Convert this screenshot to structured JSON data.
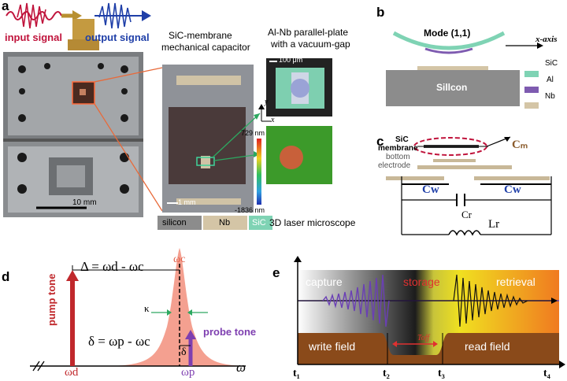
{
  "panel_a": {
    "label": "a",
    "input_signal": "input signal",
    "output_signal": "output signal",
    "capacitor_title_1": "SiC-membrane",
    "capacitor_title_2": "mechanical capacitor",
    "plate_title_1": "Al-Nb parallel-plate",
    "plate_title_2": "with a vacuum-gap",
    "scale_100um": "100 μm",
    "scale_10mm": "10 mm",
    "scale_1mm": "1 mm",
    "axis_y": "y",
    "axis_x": "x",
    "colorbar_max": "729 nm",
    "colorbar_min": "-1836 nm",
    "microscope_label": "3D laser microscope",
    "legend": [
      "silicon",
      "Nb",
      "SiC"
    ]
  },
  "panel_b": {
    "label": "b",
    "mode": "Mode (1,1)",
    "x_axis": "x-axis",
    "substrate": "Sillcon",
    "legend": [
      "SiC",
      "Al",
      "Nb"
    ]
  },
  "panel_c": {
    "label": "c",
    "membrane_1": "SiC",
    "membrane_2": "membrane",
    "bottom_1": "bottom",
    "bottom_2": "electrode",
    "cm": "Cₘ",
    "cw_left": "Cw",
    "cw_right": "Cw",
    "cr": "Cr",
    "lr": "Lr"
  },
  "panel_d": {
    "label": "d",
    "big_delta": "Δ = ωd - ωc",
    "omega_c": "ωc",
    "kappa": "κ",
    "pump": "pump tone",
    "probe": "probe tone",
    "small_delta_eq": "δ = ωp - ωc",
    "small_delta": "δ",
    "omega_d": "ωd",
    "omega_p": "ωp",
    "omega": "ω"
  },
  "panel_e": {
    "label": "e",
    "capture": "capture",
    "storage": "storage",
    "retrieval": "retrieval",
    "write_field": "write field",
    "read_field": "read field",
    "t_off": "Toff",
    "times": [
      "t₁",
      "t₂",
      "t₃",
      "t₄"
    ]
  },
  "colors": {
    "input": "#c0143c",
    "output": "#1f3fa8",
    "sic": "#7fd3b4",
    "nb": "#d4c5a6",
    "al": "#7e5bb0",
    "silicon": "#8c8c8c",
    "pump": "#c0282c",
    "probe": "#7e3fb0",
    "lorentz": "#f4a090",
    "pulse": "#6a3fb5"
  }
}
